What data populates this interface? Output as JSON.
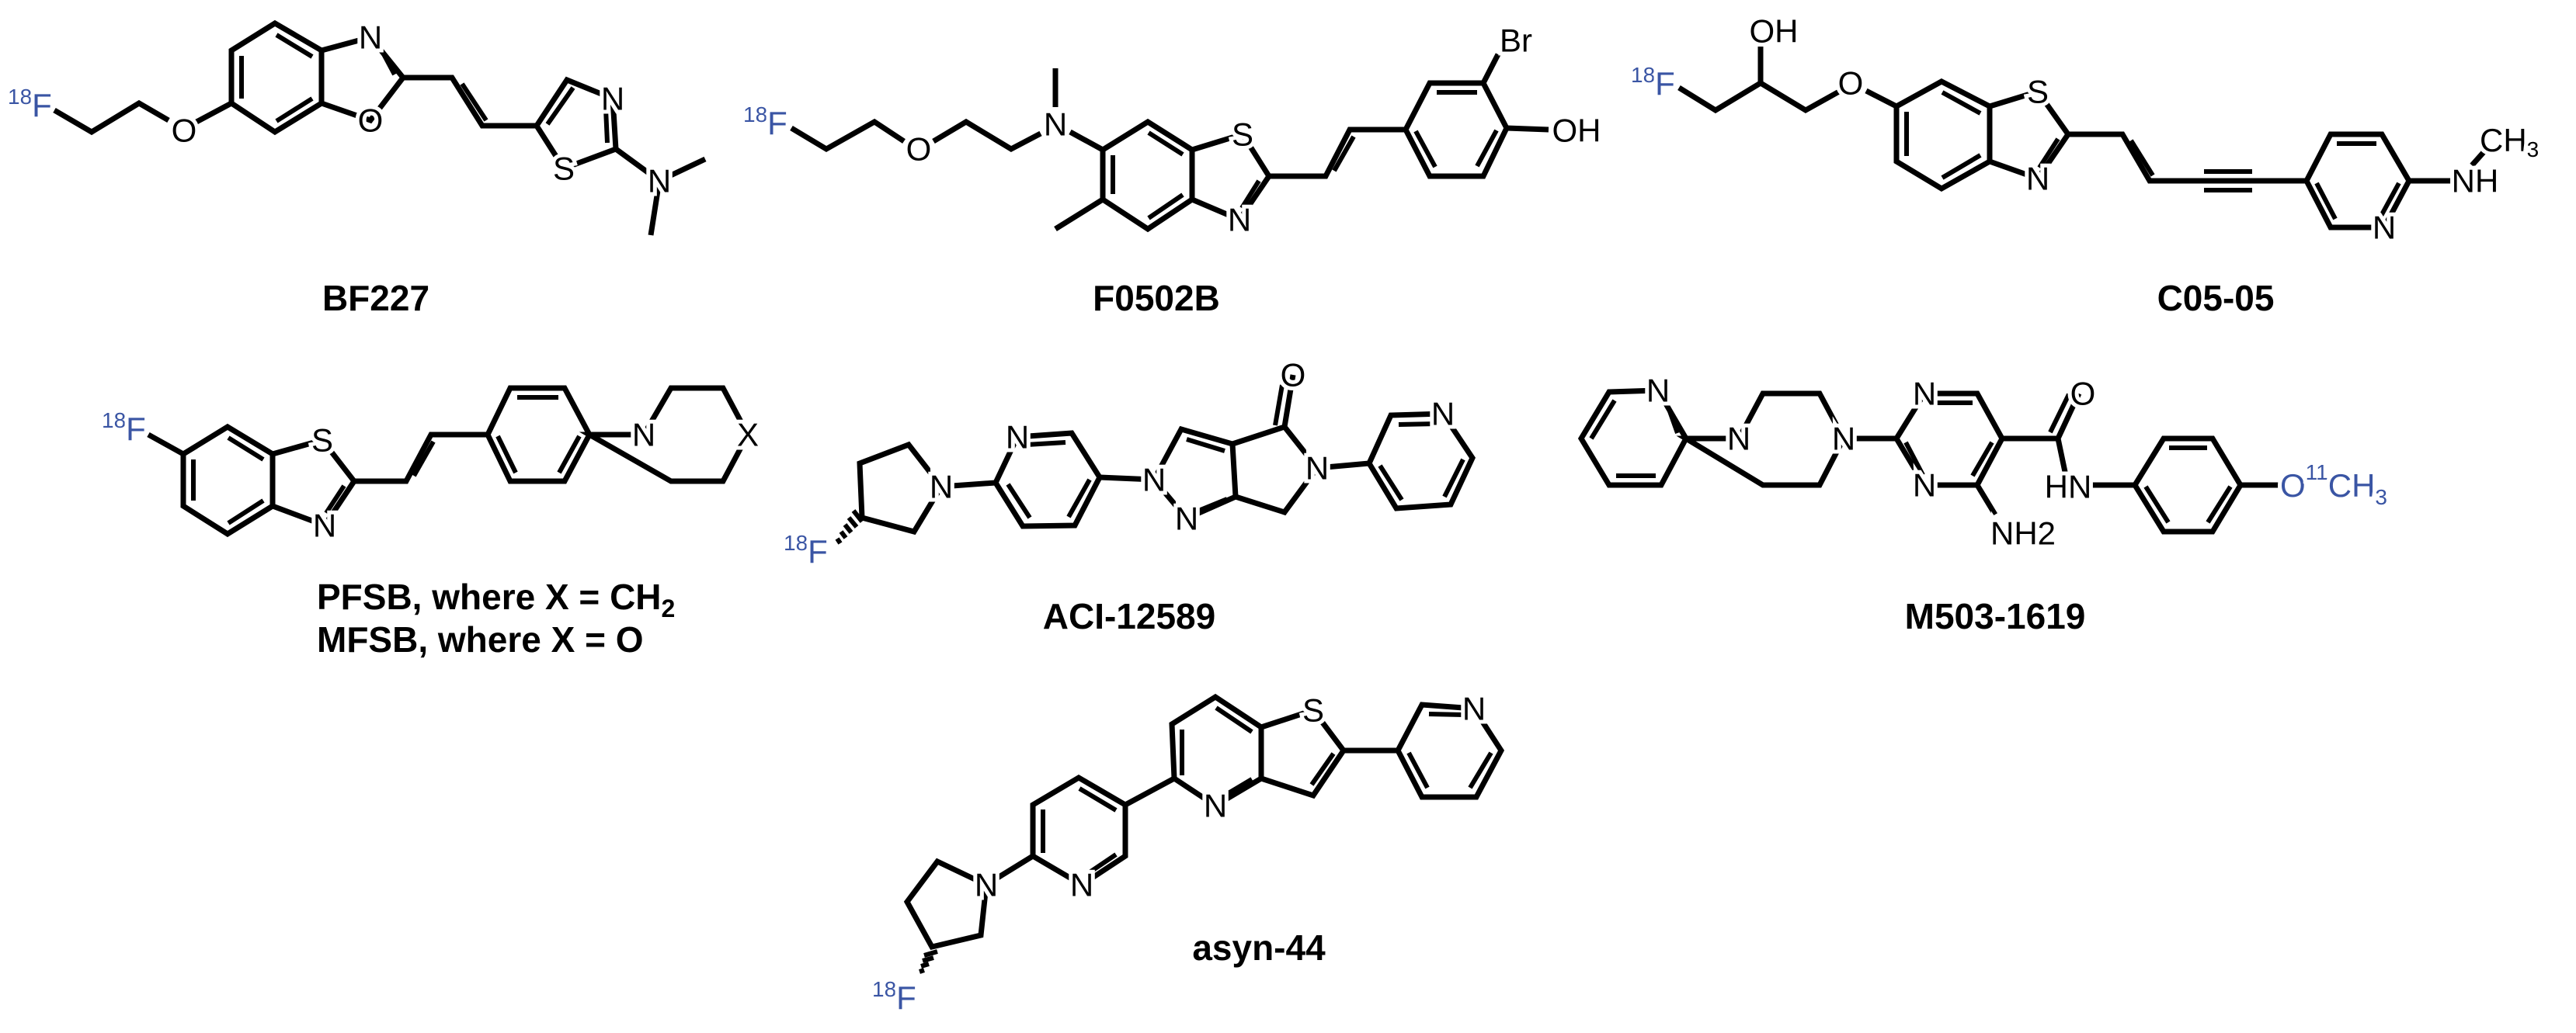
{
  "colors": {
    "isotope_label": "#3a55a4",
    "bonds": "#000000"
  },
  "molecules": {
    "bf227": {
      "name": "BF227",
      "isotope": "18",
      "element": "F",
      "atoms": [
        "O",
        "N",
        "O",
        "N",
        "S",
        "N"
      ]
    },
    "f0502b": {
      "name": "F0502B",
      "isotope": "18",
      "element": "F",
      "atoms": [
        "O",
        "N",
        "S",
        "N",
        "Br",
        "OH"
      ]
    },
    "c0505": {
      "name": "C05-05",
      "isotope": "18",
      "element": "F",
      "atoms": [
        "OH",
        "O",
        "S",
        "N",
        "N",
        "NH"
      ],
      "methyl": "CH",
      "methyl_sub": "3"
    },
    "pfsb": {
      "name_line1": "PFSB, where X = CH",
      "name_line1_sub": "2",
      "name_line2": "MFSB, where X = O",
      "isotope": "18",
      "element": "F",
      "atoms": [
        "S",
        "N",
        "N",
        "X"
      ]
    },
    "aci12589": {
      "name": "ACI-12589",
      "isotope": "18",
      "element": "F",
      "atoms": [
        "N",
        "N",
        "N",
        "N",
        "O",
        "N",
        "N"
      ]
    },
    "m5031619": {
      "name": "M503-1619",
      "atoms": [
        "N",
        "N",
        "N",
        "N",
        "N",
        "O",
        "NH2",
        "HN"
      ],
      "label_o": "O",
      "isotope": "11",
      "label_ch": "CH",
      "label_sub": "3"
    },
    "asyn44": {
      "name": "asyn-44",
      "isotope": "18",
      "element": "F",
      "atoms": [
        "N",
        "N",
        "N",
        "S",
        "N"
      ]
    }
  }
}
